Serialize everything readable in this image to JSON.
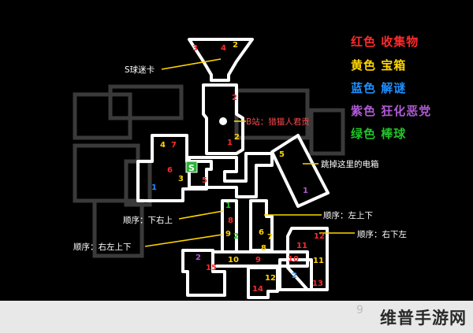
{
  "legend": {
    "red": {
      "text": "红色 收集物",
      "color": "#ff2a2a"
    },
    "yellow": {
      "text": "黄色 宝箱",
      "color": "#ffd500"
    },
    "blue": {
      "text": "蓝色 解谜",
      "color": "#1e8fff"
    },
    "purple": {
      "text": "紫色 狂化恶党",
      "color": "#b05ad6"
    },
    "green": {
      "text": "绿色 棒球",
      "color": "#22c22a"
    }
  },
  "annotations": {
    "s_card": "S球迷卡",
    "station_b": "B站：猎猫人君贡",
    "elevator": "跳掉这里的电箱",
    "order_a": "顺序：下右上",
    "order_b": "顺序：左上下",
    "order_c": "顺序：右左上下",
    "order_d": "顺序：右下左"
  },
  "markers": [
    {
      "t": "3",
      "c": "red"
    },
    {
      "t": "4",
      "c": "red"
    },
    {
      "t": "2",
      "c": "yellow"
    },
    {
      "t": "2",
      "c": "red"
    },
    {
      "t": "1",
      "c": "red"
    },
    {
      "t": "2",
      "c": "yellow"
    },
    {
      "t": "4",
      "c": "yellow"
    },
    {
      "t": "7",
      "c": "red"
    },
    {
      "t": "6",
      "c": "red"
    },
    {
      "t": "3",
      "c": "yellow"
    },
    {
      "t": "5",
      "c": "red"
    },
    {
      "t": "1",
      "c": "blue"
    },
    {
      "t": "5",
      "c": "yellow"
    },
    {
      "t": "1",
      "c": "purple"
    },
    {
      "t": "1",
      "c": "green"
    },
    {
      "t": "8",
      "c": "red"
    },
    {
      "t": "9",
      "c": "yellow"
    },
    {
      "t": "2",
      "c": "green"
    },
    {
      "t": "6",
      "c": "yellow"
    },
    {
      "t": "7",
      "c": "yellow"
    },
    {
      "t": "8",
      "c": "yellow"
    },
    {
      "t": "12",
      "c": "red"
    },
    {
      "t": "11",
      "c": "yellow"
    },
    {
      "t": "10",
      "c": "yellow"
    },
    {
      "t": "9",
      "c": "red"
    },
    {
      "t": "10",
      "c": "red"
    },
    {
      "t": "2",
      "c": "purple"
    },
    {
      "t": "15",
      "c": "red"
    },
    {
      "t": "13",
      "c": "red"
    },
    {
      "t": "2",
      "c": "blue"
    },
    {
      "t": "11",
      "c": "red"
    },
    {
      "t": "12",
      "c": "yellow"
    },
    {
      "t": "14",
      "c": "red"
    },
    {
      "t": "S",
      "c": "green"
    }
  ],
  "watermark": "维普手游网",
  "watermark_faint": "9"
}
